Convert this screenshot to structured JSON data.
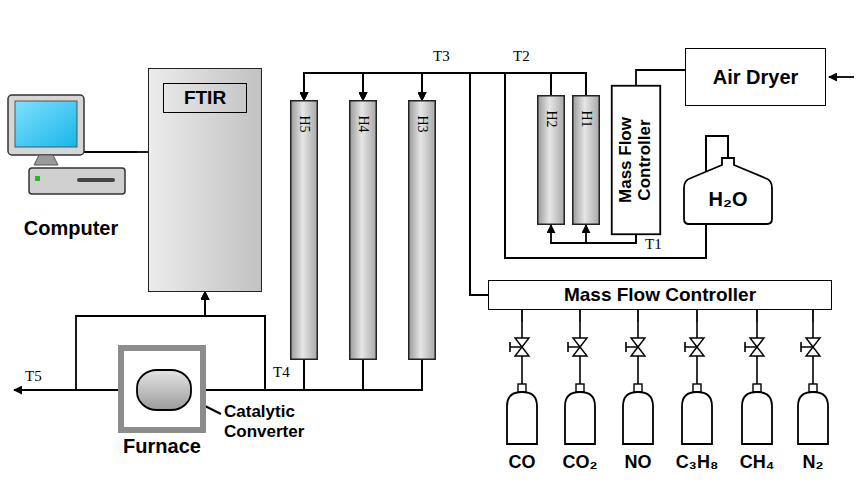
{
  "diagram": {
    "nodes": [
      {
        "text": [
          "Computer"
        ]
      },
      {
        "text": [
          "FTIR"
        ]
      },
      {
        "text": [
          "H5"
        ]
      },
      {
        "text": [
          "H4"
        ]
      },
      {
        "text": [
          "H3"
        ]
      },
      {
        "text": [
          "H2"
        ]
      },
      {
        "text": [
          "H1"
        ]
      },
      {
        "text": [
          "Mass Flow Controller"
        ]
      },
      {
        "text": [
          "Air Dryer"
        ]
      },
      {
        "text": [
          "H₂O"
        ]
      },
      {
        "text": [
          "Mass Flow Controller"
        ]
      },
      {
        "text": [
          "CO"
        ]
      },
      {
        "text": [
          "CO₂"
        ]
      },
      {
        "text": [
          "NO"
        ]
      },
      {
        "text": [
          "C₃H₈"
        ]
      },
      {
        "text": [
          "CH₄"
        ]
      },
      {
        "text": [
          "N₂"
        ]
      },
      {
        "text": [
          "Furnace"
        ]
      },
      {
        "text": [
          "Catalytic Converter"
        ],
        "in": 17
      }
    ],
    "edges": [
      {
        "from": 8,
        "to": 7,
        "arrow": "none"
      },
      {
        "from": 7,
        "to": 6,
        "arrow": "to"
      },
      {
        "from": 7,
        "to": 5,
        "arrow": "to"
      },
      {
        "from": 6,
        "to": 4,
        "arrow": "to"
      },
      {
        "from": 6,
        "to": 3,
        "arrow": "to"
      },
      {
        "from": 6,
        "to": 2,
        "arrow": "to"
      },
      {
        "from": 5,
        "to": 4,
        "arrow": "to"
      },
      {
        "from": 5,
        "to": 3,
        "arrow": "to"
      },
      {
        "from": 5,
        "to": 2,
        "arrow": "to"
      },
      {
        "from": 9,
        "to": 4,
        "arrow": "to"
      },
      {
        "from": 9,
        "to": 3,
        "arrow": "to"
      },
      {
        "from": 9,
        "to": 2,
        "arrow": "to"
      },
      {
        "from": 10,
        "to": 4,
        "arrow": "to"
      },
      {
        "from": 10,
        "to": 3,
        "arrow": "to"
      },
      {
        "from": 10,
        "to": 2,
        "arrow": "to"
      },
      {
        "from": 11,
        "to": 10,
        "arrow": "none"
      },
      {
        "from": 12,
        "to": 10,
        "arrow": "none"
      },
      {
        "from": 13,
        "to": 10,
        "arrow": "none"
      },
      {
        "from": 14,
        "to": 10,
        "arrow": "none"
      },
      {
        "from": 15,
        "to": 10,
        "arrow": "none"
      },
      {
        "from": 16,
        "to": 10,
        "arrow": "none"
      },
      {
        "from": 4,
        "to": 18,
        "arrow": "to"
      },
      {
        "from": 3,
        "to": 18,
        "arrow": "to"
      },
      {
        "from": 2,
        "to": 18,
        "arrow": "to"
      },
      {
        "from": 4,
        "to": 1,
        "arrow": "to"
      },
      {
        "from": 3,
        "to": 1,
        "arrow": "to"
      },
      {
        "from": 2,
        "to": 1,
        "arrow": "to"
      },
      {
        "from": 18,
        "to": 1,
        "arrow": "to"
      },
      {
        "from": 0,
        "to": 1,
        "arrow": "none"
      }
    ],
    "labels": [
      "T1",
      "T2",
      "T3",
      "T4",
      "T5"
    ]
  }
}
